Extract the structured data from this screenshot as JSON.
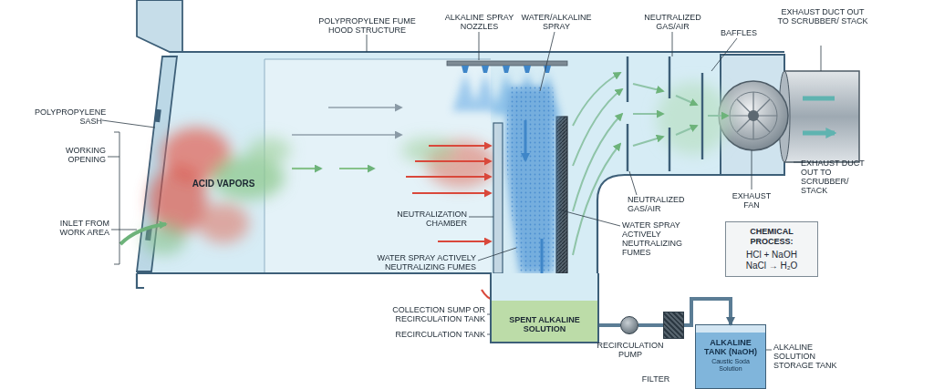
{
  "diagram": {
    "nodes": [
      {
        "text": [
          "CHEMICAL PROCESS:",
          "HCl + NaOH",
          "NaCl → H₂O"
        ]
      },
      {
        "text": [
          "SPENT ALKALINE SOLUTION"
        ]
      },
      {
        "text": [
          "RECIRCULATION PUMP"
        ]
      },
      {
        "text": [
          "FILTER"
        ]
      },
      {
        "text": [
          "ALKALINE TANK (NaOH)",
          "Caustic Soda Solution"
        ]
      }
    ],
    "edges": [
      {
        "from": 1,
        "to": 2,
        "arrow": "none"
      },
      {
        "from": 2,
        "to": 3,
        "arrow": "none"
      },
      {
        "from": 3,
        "to": 4,
        "arrow": "to"
      }
    ],
    "labels": [
      "POLYPROPYLENE FUME HOOD STRUCTURE",
      "ALKALINE SPRAY NOZZLES",
      "WATER/ALKALINE SPRAY",
      "NEUTRALIZED GAS/AIR",
      "BAFFLES",
      "EXHAUST DUCT OUT TO SCRUBBER/ STACK",
      "POLYPROPYLENE SASH",
      "WORKING OPENING",
      "ACID VAPORS",
      "INLET FROM WORK AREA",
      "EXHAUST DUCT OUT TO SCRUBBER/ STACK",
      "NEUTRALIZED GAS/AIR",
      "EXHAUST FAN",
      "NEUTRALIZATION CHAMBER",
      "WATER SPRAY ACTIVELY NEUTRALIZING FUMES",
      "WATER SPRAY ACTIVELY NEUTRALIZING FUMES",
      "COLLECTION SUMP OR RECIRCULATION TANK",
      "RECIRCULATION TANK",
      "ALKALINE SOLUTION STORAGE TANK"
    ]
  }
}
